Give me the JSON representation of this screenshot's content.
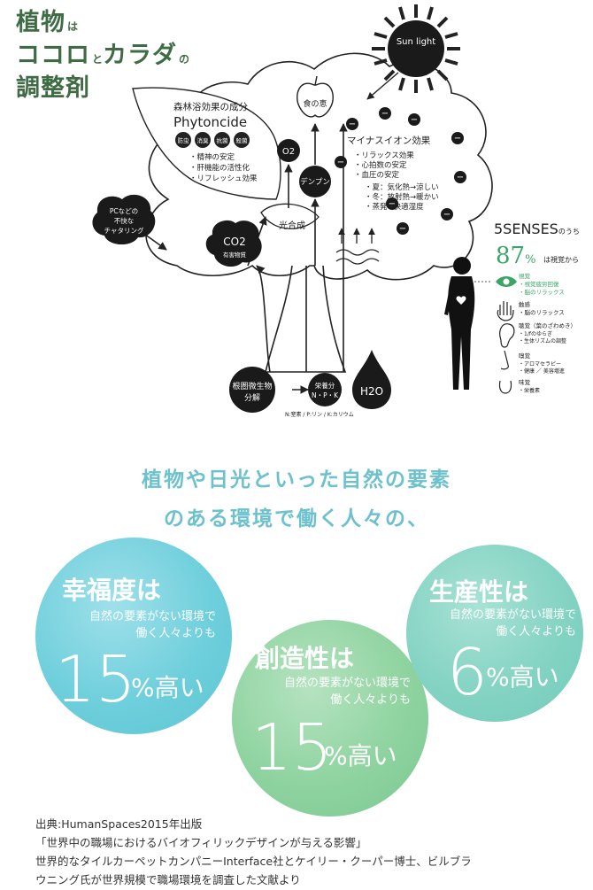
{
  "title": {
    "line1_big": "植物",
    "line1_small": "は",
    "line2_big1": "ココロ",
    "line2_small1": "と",
    "line2_big2": "カラダ",
    "line2_small2": "の",
    "line3_big": "調整剤"
  },
  "diagram": {
    "sun": "Sun light",
    "leaf_title": "森林浴効果の成分",
    "leaf_subtitle": "Phytoncide",
    "leaf_tags": [
      "防虫",
      "消臭",
      "抗菌",
      "殺菌"
    ],
    "leaf_effects": [
      "・精神の安定",
      "・肝機能の活性化",
      "・リフレッシュ効果"
    ],
    "fruit": "食の恵",
    "o2": "O2",
    "starch": "デンプン",
    "photosynthesis": "光合成",
    "pc_bubble": [
      "PCなどの",
      "不快な",
      "チャタリング"
    ],
    "co2": "CO2",
    "co2_sub": "有害物質",
    "ion_title": "マイナスイオン効果",
    "ion_effects": [
      "・リラックス効果",
      "・心拍数の安定",
      "・血圧の安定"
    ],
    "season_effects": [
      "・夏：気化熱→涼しい",
      "・冬：放射熱→暖かい",
      "・蒸発→快適湿度"
    ],
    "root_microbes": [
      "根圏微生物",
      "分解"
    ],
    "nutrients": [
      "栄養分",
      "N・P・K"
    ],
    "h2o": "H2O",
    "nutrient_note": "N:窒素 / P:リン / K:カリウム",
    "minus_sign": "−"
  },
  "senses": {
    "title_big": "5SENSES",
    "title_small": "のうち",
    "percent": "87",
    "percent_unit": "%",
    "percent_suffix": "は視覚から",
    "items": [
      {
        "icon": "eye-icon",
        "title": "視覚",
        "lines": [
          "・視覚疲労回復",
          "・脳のリラックス"
        ]
      },
      {
        "icon": "hand-icon",
        "title": "触感",
        "lines": [
          "・脳のリラックス"
        ]
      },
      {
        "icon": "ear-icon",
        "title": "聴覚（葉のざわめき）",
        "lines": [
          "・1/fのゆらぎ",
          "・生体リズムの調整"
        ]
      },
      {
        "icon": "nose-icon",
        "title": "嗅覚",
        "lines": [
          "・アロマセラピー",
          "・健康 ／ 美容増進"
        ]
      },
      {
        "icon": "mouth-icon",
        "title": "味覚",
        "lines": [
          "・栄養素"
        ]
      }
    ]
  },
  "headline": {
    "line1": "植物や日光といった自然の要素",
    "line2": "のある環境で働く人々の、"
  },
  "circles": [
    {
      "heading": "幸福度は",
      "sub1": "自然の要素がない環境で",
      "sub2": "働く人々よりも",
      "number": "15",
      "unit": "%高い"
    },
    {
      "heading": "創造性は",
      "sub1": "自然の要素がない環境で",
      "sub2": "働く人々よりも",
      "number": "15",
      "unit": "%高い"
    },
    {
      "heading": "生産性は",
      "sub1": "自然の要素がない環境で",
      "sub2": "働く人々よりも",
      "number": "6",
      "unit": "%高い"
    }
  ],
  "source": {
    "line1": "出典:HumanSpaces2015年出版",
    "line2": "「世界中の職場におけるバイオフィリックデザインが与える影響」",
    "line3": "世界的なタイルカーペットカンパニーInterface社とケイリー・クーパー博士、ビルブラ",
    "line4": "ウニング氏が世界規模で職場環境を調査した文献より"
  },
  "colors": {
    "title_green": "#3f6b45",
    "headline_teal": "#6cc1cd",
    "senses_green": "#3aa567",
    "circle_blue": "#6fcfdc",
    "circle_green": "#8fd3a0",
    "circle_mint": "#84d3c3"
  }
}
